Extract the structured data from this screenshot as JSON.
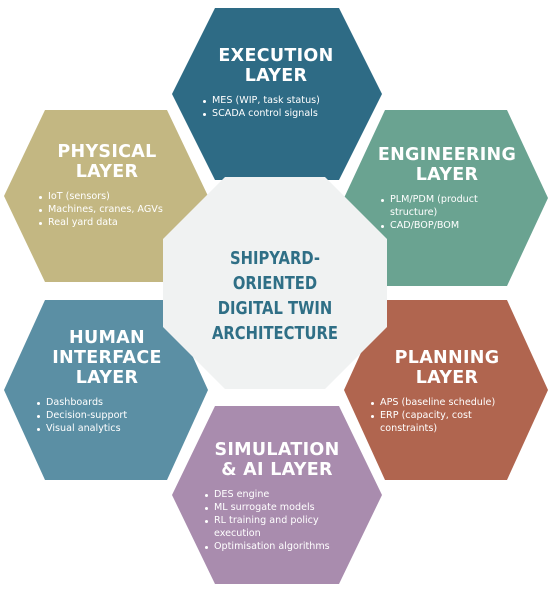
{
  "center": {
    "lines": [
      "SHIPYARD-ORIENTED",
      "DIGITAL TWIN",
      "ARCHITECTURE"
    ]
  },
  "colors": {
    "execution": "#2e6b85",
    "engineering": "#6aa391",
    "planning": "#b0654f",
    "simulation": "#a98cae",
    "human_interface": "#5b8fa4",
    "physical": "#c3b782",
    "center_fill": "#f0f2f2",
    "center_text": "#2f6f86"
  },
  "layers": {
    "execution": {
      "title_lines": [
        "EXECUTION",
        "LAYER"
      ],
      "items": [
        "MES (WIP, task status)",
        "SCADA control signals"
      ]
    },
    "engineering": {
      "title_lines": [
        "ENGINEERING",
        "LAYER"
      ],
      "items": [
        "PLM/PDM (product structure)",
        "CAD/BOP/BOM"
      ]
    },
    "planning": {
      "title_lines": [
        "PLANNING",
        "LAYER"
      ],
      "items": [
        "APS (baseline schedule)",
        "ERP (capacity, cost constraints)"
      ]
    },
    "simulation": {
      "title_lines": [
        "SIMULATION",
        "& AI LAYER"
      ],
      "items": [
        "DES engine",
        "ML surrogate models",
        "RL training and policy execution",
        "Optimisation algorithms"
      ]
    },
    "human_interface": {
      "title_lines": [
        "HUMAN",
        "INTERFACE",
        "LAYER"
      ],
      "items": [
        "Dashboards",
        "Decision-support",
        "Visual analytics"
      ]
    },
    "physical": {
      "title_lines": [
        "PHYSICAL",
        "LAYER"
      ],
      "items": [
        "IoT (sensors)",
        "Machines, cranes, AGVs",
        "Real yard data"
      ]
    }
  }
}
